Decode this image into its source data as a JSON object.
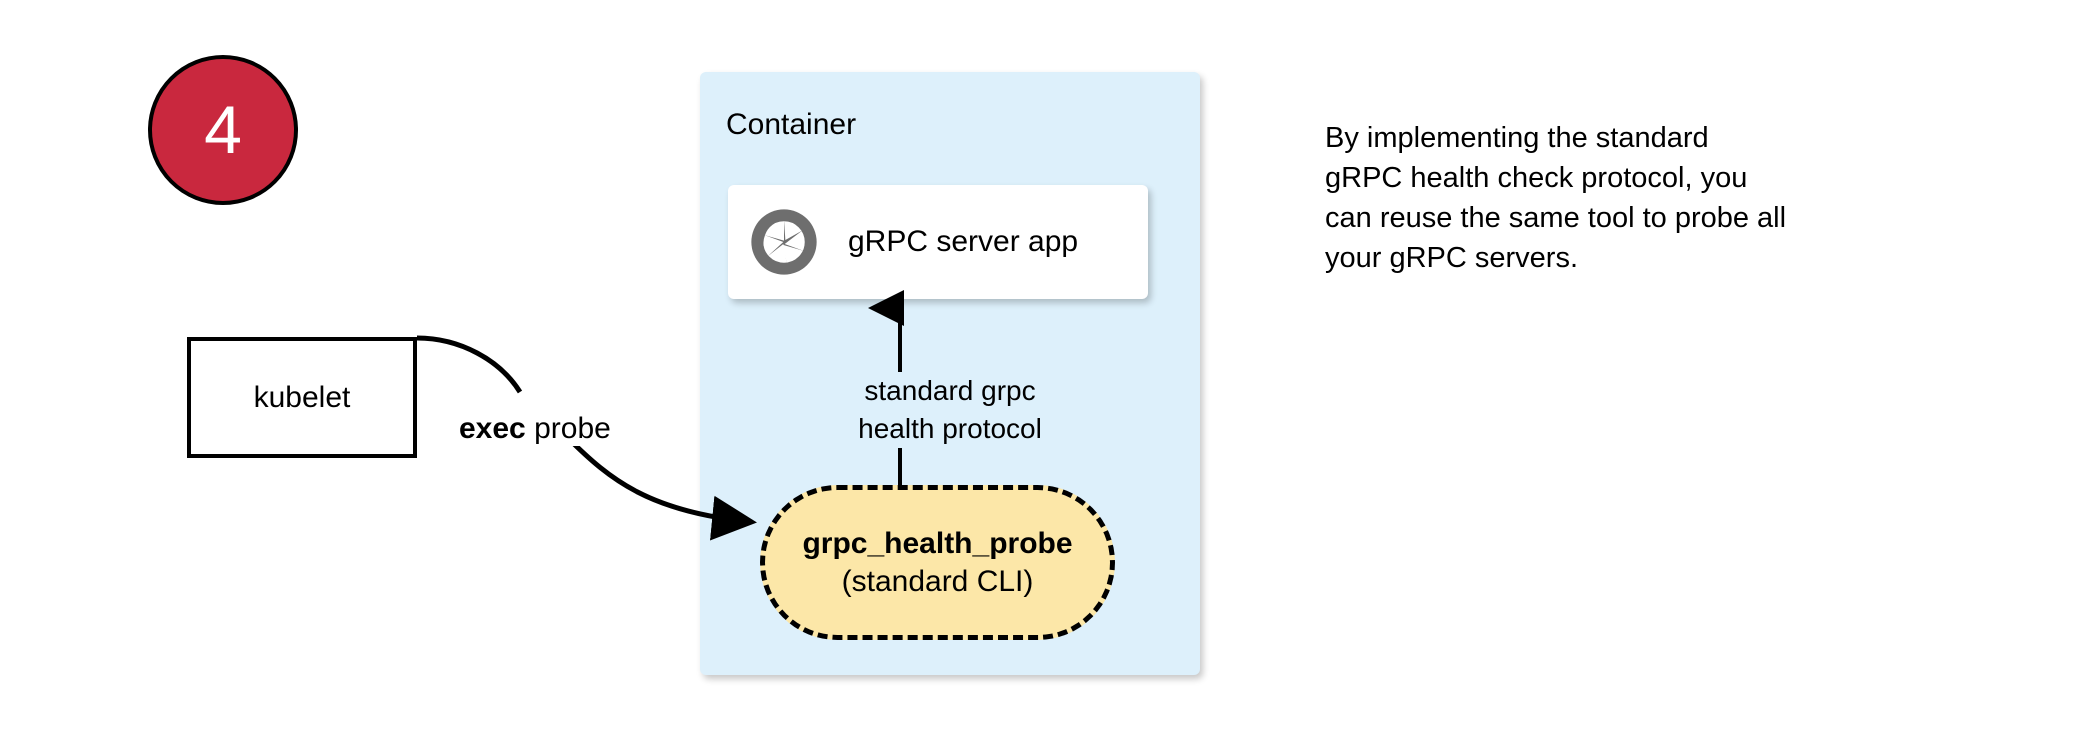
{
  "step": {
    "number": "4"
  },
  "container": {
    "title": "Container",
    "fill_color": "#ddf0fb"
  },
  "server_card": {
    "label": "gRPC server app",
    "icon": "grpc-aperture-icon",
    "icon_color": "#6e6e6e"
  },
  "protocol_arrow": {
    "label": "standard grpc\nhealth protocol",
    "direction": "up"
  },
  "kubelet": {
    "label": "kubelet"
  },
  "exec_probe": {
    "label_bold": "exec",
    "label_rest": " probe"
  },
  "health_probe": {
    "name": "grpc_health_probe",
    "subtitle": "(standard CLI)",
    "fill_color": "#fce7a8",
    "border_style": "dashed"
  },
  "annotation": {
    "text": "By implementing the standard\ngRPC health check protocol, you\ncan reuse the same tool to probe all\nyour gRPC servers."
  }
}
